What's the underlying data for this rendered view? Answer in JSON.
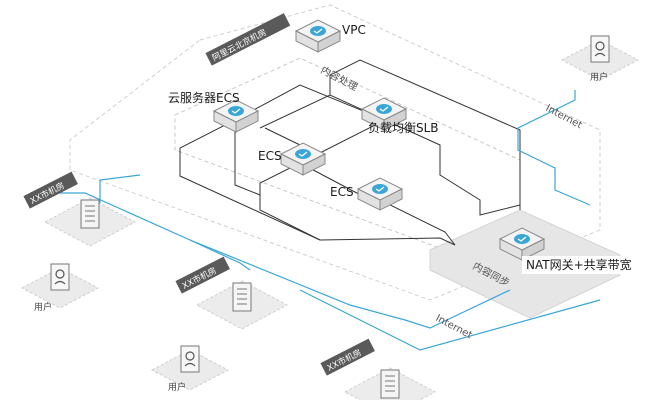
{
  "cloud_region": {
    "tag": "阿里云北京机房",
    "vpc_label": "VPC",
    "processing_label": "内容处理"
  },
  "servers": {
    "ecs_main": "云服务器ECS",
    "slb": "负载均衡SLB",
    "ecs_2": "ECS",
    "ecs_3": "ECS"
  },
  "sync": {
    "zone_label": "内容同步",
    "nat_label": "NAT网关+共享带宽"
  },
  "internet": {
    "top": "Internet",
    "bottom": "Internet"
  },
  "users": {
    "remote": "用户",
    "left": "用户",
    "center": "用户"
  },
  "city_rooms": {
    "left": "XX市机房",
    "center": "XX市机房",
    "bottom": "XX市机房"
  },
  "colors": {
    "accent": "#3aa6d8",
    "line": "#333333",
    "dashed": "#bbbbbb",
    "tag_bg": "#5a5a5a",
    "panel": "#e9e9e9"
  }
}
